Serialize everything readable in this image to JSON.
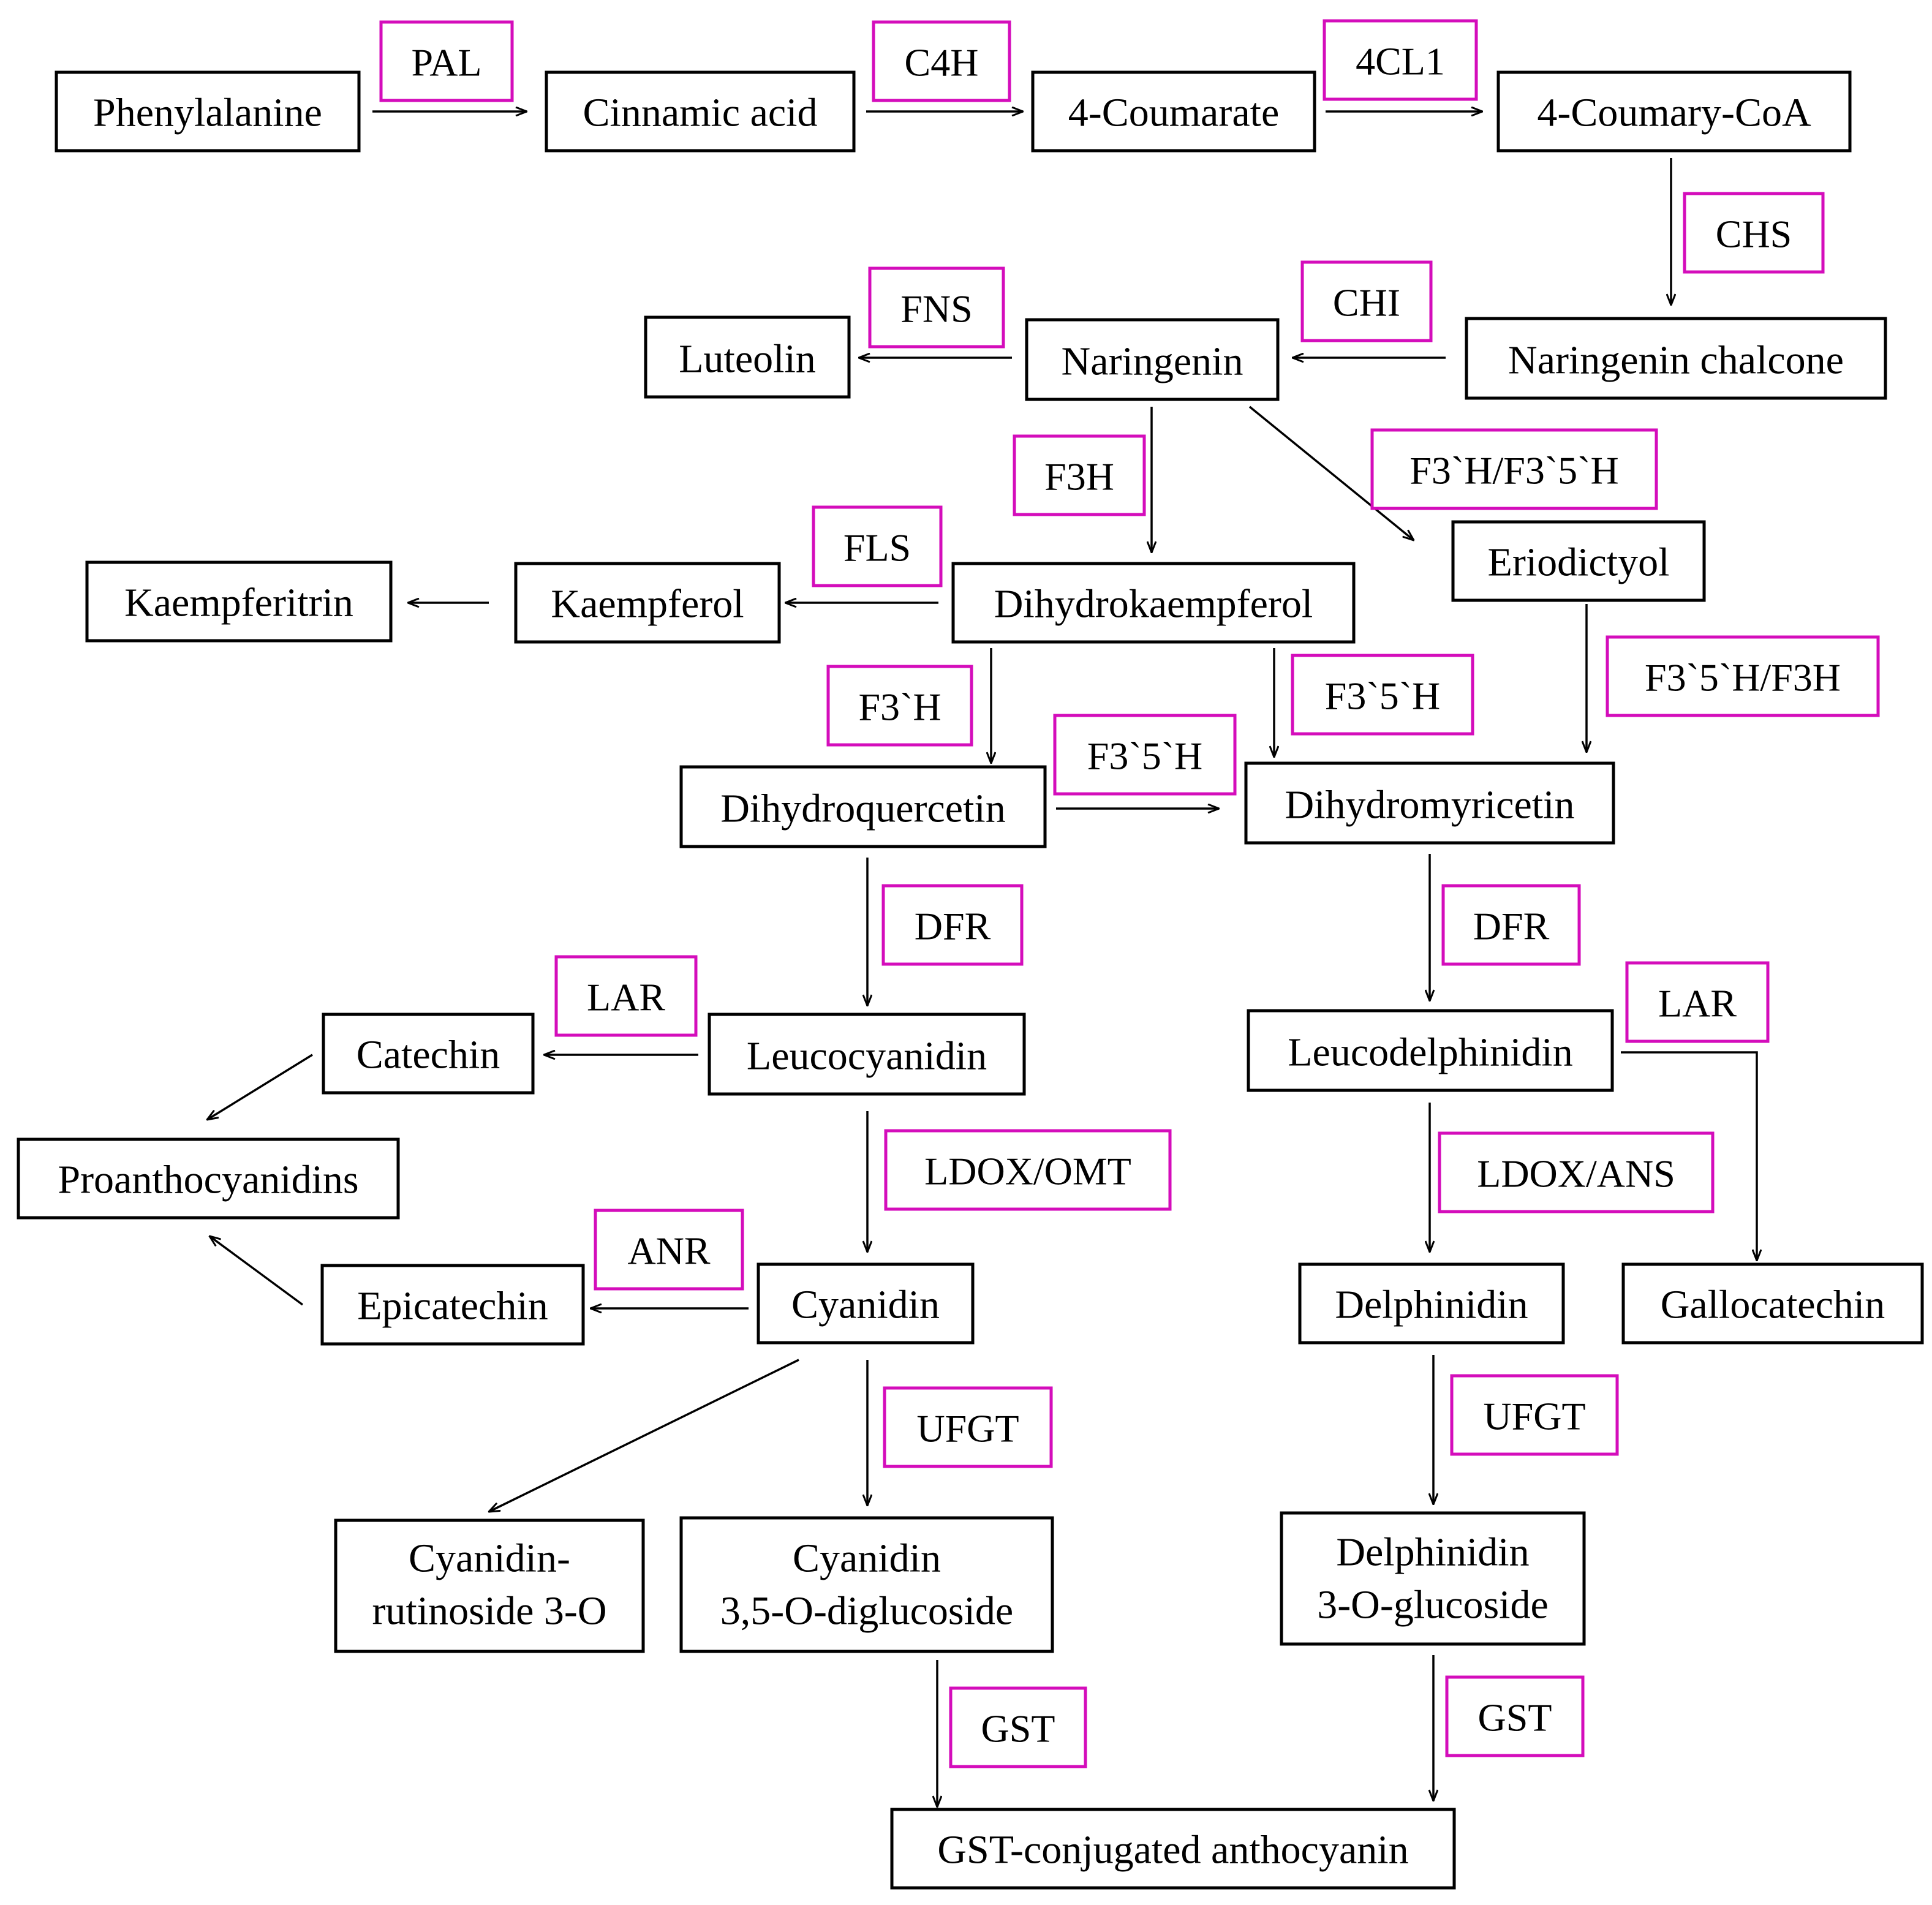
{
  "colors": {
    "metabolite_border": "#000000",
    "enzyme_border": "#d40dbb",
    "arrow": "#000000",
    "background": "#ffffff"
  },
  "metabolites": {
    "phenylalanine": "Phenylalanine",
    "cinnamic_acid": "Cinnamic acid",
    "coumarate": "4-Coumarate",
    "coumaryl_coa": "4-Coumary-CoA",
    "naringenin_chalcone": "Naringenin chalcone",
    "naringenin": "Naringenin",
    "luteolin": "Luteolin",
    "eriodictyol": "Eriodictyol",
    "dihydrokaempferol": "Dihydrokaempferol",
    "kaempferol": "Kaempferol",
    "kaempferitrin": "Kaempferitrin",
    "dihydroquercetin": "Dihydroquercetin",
    "dihydromyricetin": "Dihydromyricetin",
    "leucocyanidin": "Leucocyanidin",
    "catechin": "Catechin",
    "proanthocyanidins": "Proanthocyanidins",
    "cyanidin": "Cyanidin",
    "epicatechin": "Epicatechin",
    "leucodelphinidin": "Leucodelphinidin",
    "delphinidin": "Delphinidin",
    "gallocatechin": "Gallocatechin",
    "cyanidin_rutinoside": [
      "Cyanidin-",
      "rutinoside 3-O"
    ],
    "cyanidin_diglucoside": [
      "Cyanidin",
      "3,5-O-diglucoside"
    ],
    "delphinidin_glucoside": [
      "Delphinidin",
      "3-O-glucoside"
    ],
    "gst_anthocyanin": "GST-conjugated anthocyanin"
  },
  "enzymes": {
    "pal": "PAL",
    "c4h": "C4H",
    "cl1": "4CL1",
    "chs": "CHS",
    "chi": "CHI",
    "fns": "FNS",
    "f3h": "F3H",
    "f3h_f35h": "F3`H/F3`5`H",
    "fls": "FLS",
    "f3prime_h": "F3`H",
    "f35h_a": "F3`5`H",
    "f35h_b": "F3`5`H",
    "f35h_f3h": "F3`5`H/F3H",
    "dfr_a": "DFR",
    "dfr_b": "DFR",
    "lar_a": "LAR",
    "lar_b": "LAR",
    "ldox_omt": "LDOX/OMT",
    "ldox_ans": "LDOX/ANS",
    "anr": "ANR",
    "ufgt_a": "UFGT",
    "ufgt_b": "UFGT",
    "gst_a": "GST",
    "gst_b": "GST"
  }
}
